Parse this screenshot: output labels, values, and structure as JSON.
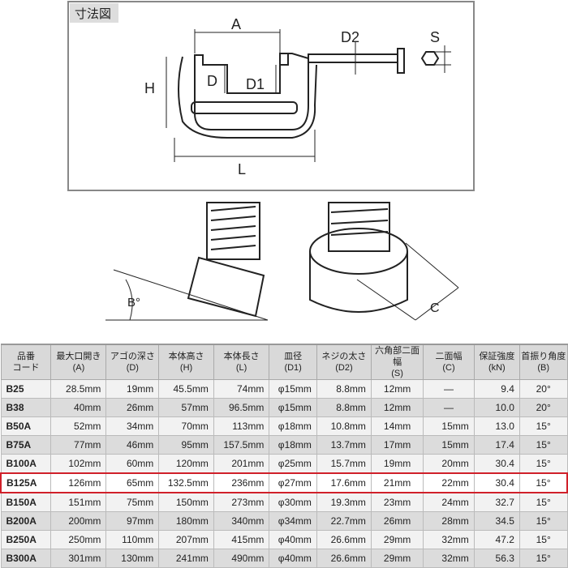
{
  "diagram": {
    "title": "寸法図",
    "labels": {
      "A": "A",
      "D2": "D2",
      "S": "S",
      "H": "H",
      "D": "D",
      "D1": "D1",
      "L": "L",
      "B": "B°",
      "C": "C"
    }
  },
  "table": {
    "headers": [
      [
        "品番",
        "コード"
      ],
      [
        "最大口開き",
        "(A)"
      ],
      [
        "アゴの深さ",
        "(D)"
      ],
      [
        "本体高さ",
        "(H)"
      ],
      [
        "本体長さ",
        "(L)"
      ],
      [
        "皿径",
        "(D1)"
      ],
      [
        "ネジの太さ",
        "(D2)"
      ],
      [
        "六角部二面幅",
        "(S)"
      ],
      [
        "二面幅",
        "(C)"
      ],
      [
        "保証強度",
        "(kN)"
      ],
      [
        "首振り角度",
        "(B)"
      ]
    ],
    "rows": [
      [
        "B25",
        "28.5mm",
        "19mm",
        "45.5mm",
        "74mm",
        "φ15mm",
        "8.8mm",
        "12mm",
        "—",
        "9.4",
        "20°"
      ],
      [
        "B38",
        "40mm",
        "26mm",
        "57mm",
        "96.5mm",
        "φ15mm",
        "8.8mm",
        "12mm",
        "—",
        "10.0",
        "20°"
      ],
      [
        "B50A",
        "52mm",
        "34mm",
        "70mm",
        "113mm",
        "φ18mm",
        "10.8mm",
        "14mm",
        "15mm",
        "13.0",
        "15°"
      ],
      [
        "B75A",
        "77mm",
        "46mm",
        "95mm",
        "157.5mm",
        "φ18mm",
        "13.7mm",
        "17mm",
        "15mm",
        "17.4",
        "15°"
      ],
      [
        "B100A",
        "102mm",
        "60mm",
        "120mm",
        "201mm",
        "φ25mm",
        "15.7mm",
        "19mm",
        "20mm",
        "30.4",
        "15°"
      ],
      [
        "B125A",
        "126mm",
        "65mm",
        "132.5mm",
        "236mm",
        "φ27mm",
        "17.6mm",
        "21mm",
        "22mm",
        "30.4",
        "15°"
      ],
      [
        "B150A",
        "151mm",
        "75mm",
        "150mm",
        "273mm",
        "φ30mm",
        "19.3mm",
        "23mm",
        "24mm",
        "32.7",
        "15°"
      ],
      [
        "B200A",
        "200mm",
        "97mm",
        "180mm",
        "340mm",
        "φ34mm",
        "22.7mm",
        "26mm",
        "28mm",
        "34.5",
        "15°"
      ],
      [
        "B250A",
        "250mm",
        "110mm",
        "207mm",
        "415mm",
        "φ40mm",
        "26.6mm",
        "29mm",
        "32mm",
        "47.2",
        "15°"
      ],
      [
        "B300A",
        "301mm",
        "130mm",
        "241mm",
        "490mm",
        "φ40mm",
        "26.6mm",
        "29mm",
        "32mm",
        "56.3",
        "15°"
      ]
    ],
    "highlight_row": "B125A",
    "highlight_color": "#d0202a"
  }
}
